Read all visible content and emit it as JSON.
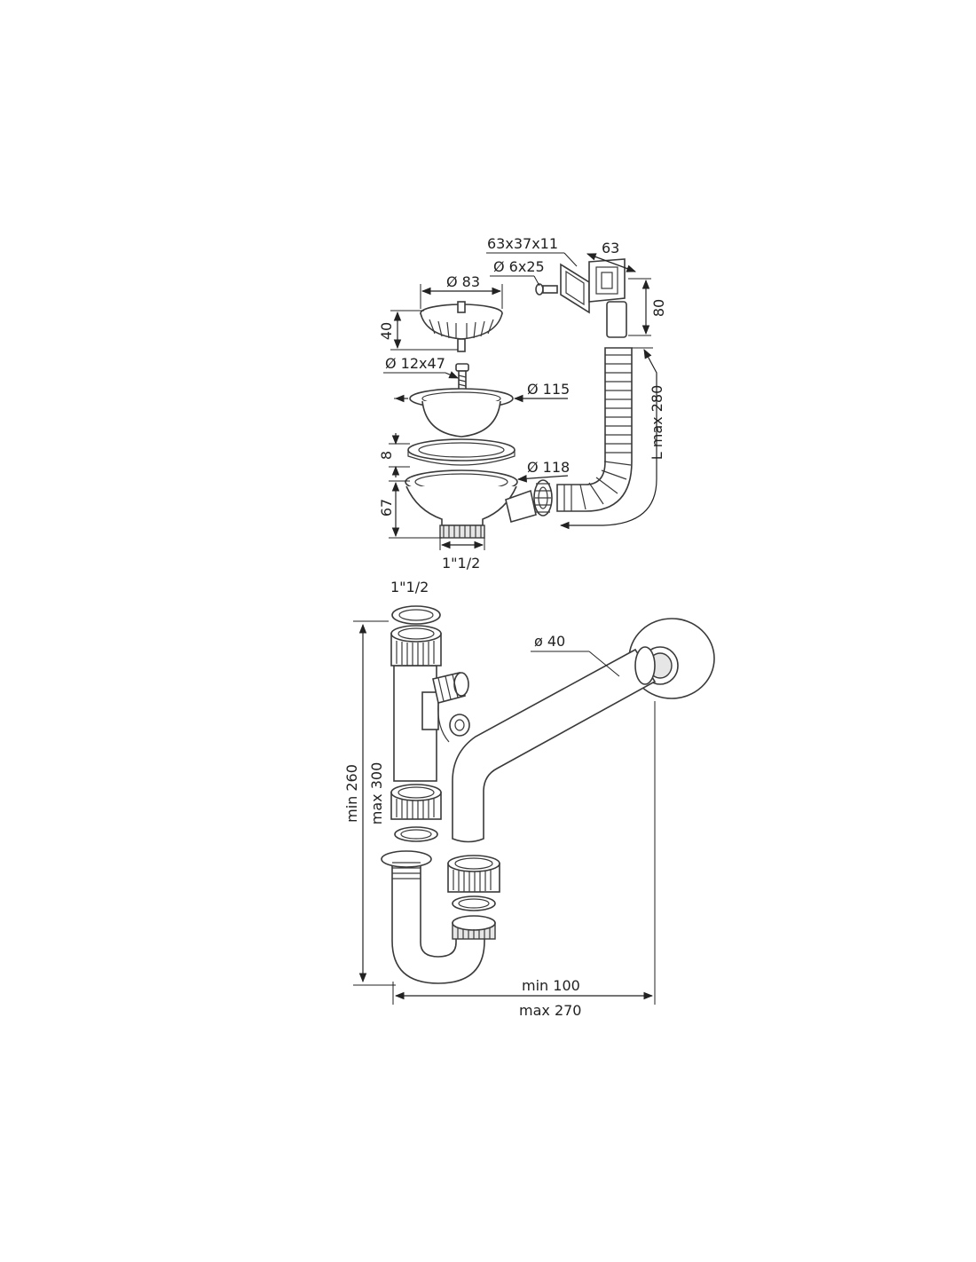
{
  "labels": {
    "overflow_plate": "63x37x11",
    "overflow_width": "63",
    "screw": "Ø 6x25",
    "overflow_height": "80",
    "basket_diameter": "Ø 83",
    "basket_height": "40",
    "bolt": "Ø 12x47",
    "flange_diameter": "Ø 115",
    "hose_length": "L max 280",
    "gasket_height": "8",
    "body_diameter": "Ø 118",
    "body_height": "67",
    "outlet_thread": "1\"1/2",
    "trap_inlet_thread": "1\"1/2",
    "pipe_diameter": "ø 40",
    "trap_min_height": "min 260",
    "trap_max_height": "max 300",
    "trap_min_width": "min 100",
    "trap_max_width": "max 270"
  },
  "colors": {
    "line": "#3a3a3a",
    "text": "#222222",
    "background": "#ffffff"
  }
}
